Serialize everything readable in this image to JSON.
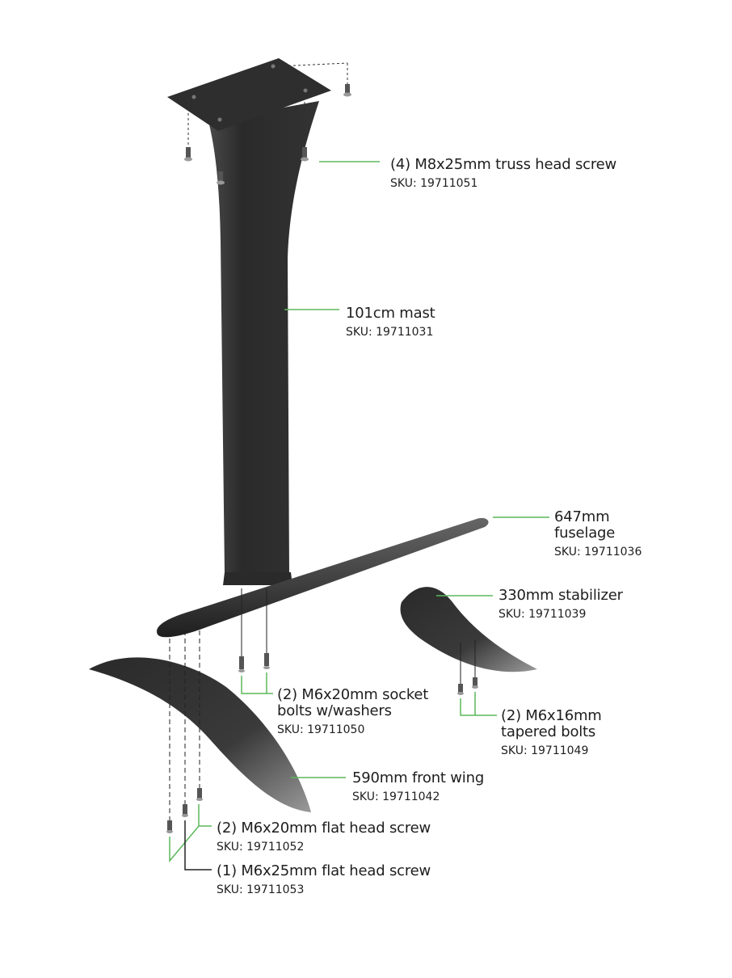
{
  "colors": {
    "leader_green": "#5cb85c",
    "part_dark": "#2b2b2b",
    "text": "#1e1e1e"
  },
  "parts": [
    {
      "id": "truss-screw",
      "name": "(4) M8x25mm truss head screw",
      "sku": "SKU: 19711051"
    },
    {
      "id": "mast",
      "name": "101cm mast",
      "sku": "SKU: 19711031"
    },
    {
      "id": "fuselage",
      "name_line1": "647mm",
      "name_line2": "fuselage",
      "sku": "SKU: 19711036"
    },
    {
      "id": "stabilizer",
      "name": "330mm stabilizer",
      "sku": "SKU: 19711039"
    },
    {
      "id": "socket-bolts",
      "name_line1": "(2) M6x20mm socket",
      "name_line2": "bolts w/washers",
      "sku": "SKU: 19711050"
    },
    {
      "id": "tapered-bolts",
      "name_line1": "(2) M6x16mm",
      "name_line2": "tapered bolts",
      "sku": "SKU: 19711049"
    },
    {
      "id": "front-wing",
      "name": "590mm front wing",
      "sku": "SKU: 19711042"
    },
    {
      "id": "flat-head-20",
      "name": "(2) M6x20mm flat head screw",
      "sku": "SKU: 19711052"
    },
    {
      "id": "flat-head-25",
      "name": "(1) M6x25mm flat head screw",
      "sku": "SKU: 19711053"
    }
  ]
}
